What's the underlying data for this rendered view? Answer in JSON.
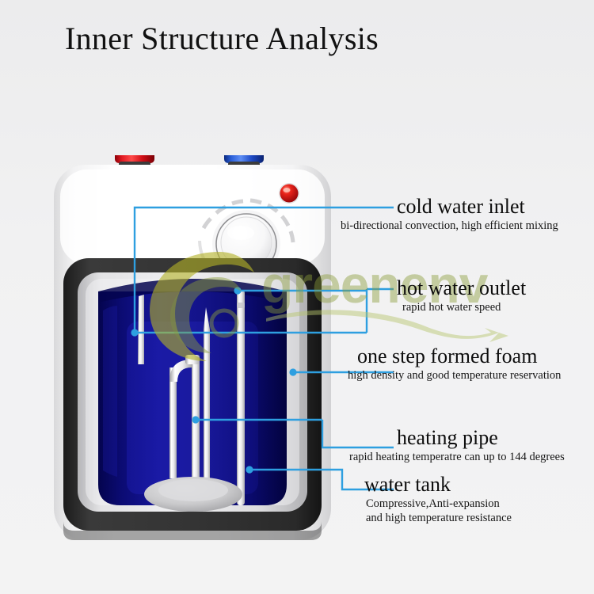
{
  "page": {
    "title": "Inner Structure Analysis",
    "background_color": "#f1f1f2"
  },
  "watermark": {
    "text": "greenenv",
    "color": "#8a9c3a",
    "swirl_color": "#b3b227"
  },
  "colors": {
    "callout_line": "#2e9fe0",
    "callout_dot": "#2e9fe0",
    "tank_blue": "#0a0a7a",
    "foam_gray": "#d4d4d6",
    "shell_dark": "#2e2e2e",
    "shell_white": "#fbfbfb",
    "inlet_red": "#e0151f",
    "outlet_blue": "#1f52c9",
    "indicator_red": "#e01a12",
    "metal": "#b9b9bb"
  },
  "device": {
    "name": "electric-water-heater-cutaway",
    "top_fittings": [
      {
        "name": "cold-water-inlet-fitting",
        "color_label": "red"
      },
      {
        "name": "hot-water-outlet-fitting",
        "color_label": "blue"
      }
    ],
    "controls": [
      {
        "name": "temperature-knob"
      },
      {
        "name": "power-indicator-light"
      }
    ],
    "internals": [
      {
        "name": "inner-water-tank"
      },
      {
        "name": "heating-pipe"
      },
      {
        "name": "temperature-probe"
      },
      {
        "name": "insulation-foam"
      },
      {
        "name": "base-plate"
      }
    ]
  },
  "callouts": [
    {
      "id": "cold-water-inlet",
      "title": "cold water inlet",
      "subtitle": "bi-directional convection, high efficient mixing"
    },
    {
      "id": "hot-water-outlet",
      "title": "hot water outlet",
      "subtitle": "rapid hot water speed"
    },
    {
      "id": "one-step-formed-foam",
      "title": "one step formed foam",
      "subtitle": "high density and good temperature  reservation"
    },
    {
      "id": "heating-pipe",
      "title": "heating pipe",
      "subtitle": "rapid heating temperatre can up to 144 degrees"
    },
    {
      "id": "water-tank",
      "title": "water tank",
      "subtitle_line1": "Compressive,Anti-expansion",
      "subtitle_line2": "and high temperature resistance"
    }
  ]
}
